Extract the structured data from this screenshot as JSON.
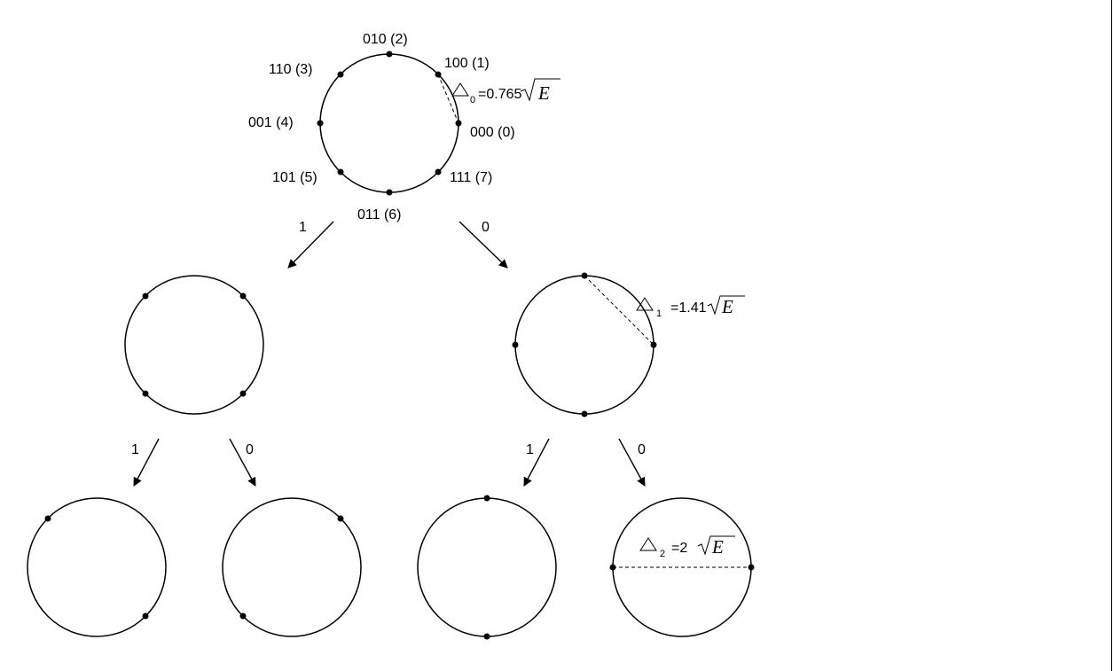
{
  "root": {
    "labels": [
      "010 (2)",
      "100 (1)",
      "110 (3)",
      "001 (4)",
      "000 (0)",
      "101 (5)",
      "111 (7)",
      "011 (6)"
    ]
  },
  "branches": {
    "top_left": "1",
    "top_right": "0",
    "mid_left_left": "1",
    "mid_left_right": "0",
    "mid_right_left": "1",
    "mid_right_right": "0"
  },
  "distances": {
    "d0": {
      "sub": "0",
      "value": "=0.765",
      "var": "E"
    },
    "d1": {
      "sub": "1",
      "value": "=1.41",
      "var": "E"
    },
    "d2": {
      "sub": "2",
      "value": "=2",
      "var": "E"
    }
  }
}
